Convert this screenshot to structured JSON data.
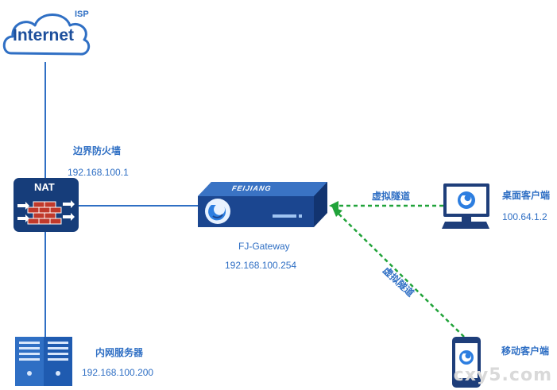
{
  "isp": {
    "label": "ISP",
    "cloud_text": "Internet"
  },
  "firewall": {
    "name": "边界防火墙",
    "ip": "192.168.100.1",
    "badge": "NAT"
  },
  "gateway": {
    "brand": "FEIJIANG",
    "name": "FJ-Gateway",
    "ip": "192.168.100.254"
  },
  "server": {
    "name": "内网服务器",
    "ip": "192.168.100.200"
  },
  "desktop": {
    "name": "桌面客户端",
    "ip": "100.64.1.2"
  },
  "mobile": {
    "name": "移动客户端"
  },
  "tunnels": {
    "desktop_label": "虚拟隧道",
    "mobile_label": "虚拟隧道"
  },
  "watermark": "cxy5.com",
  "colors": {
    "link": "#2f6fc4",
    "tunnel": "#21a33a",
    "device": "#1e3e7a",
    "label": "#2f6fc4"
  }
}
